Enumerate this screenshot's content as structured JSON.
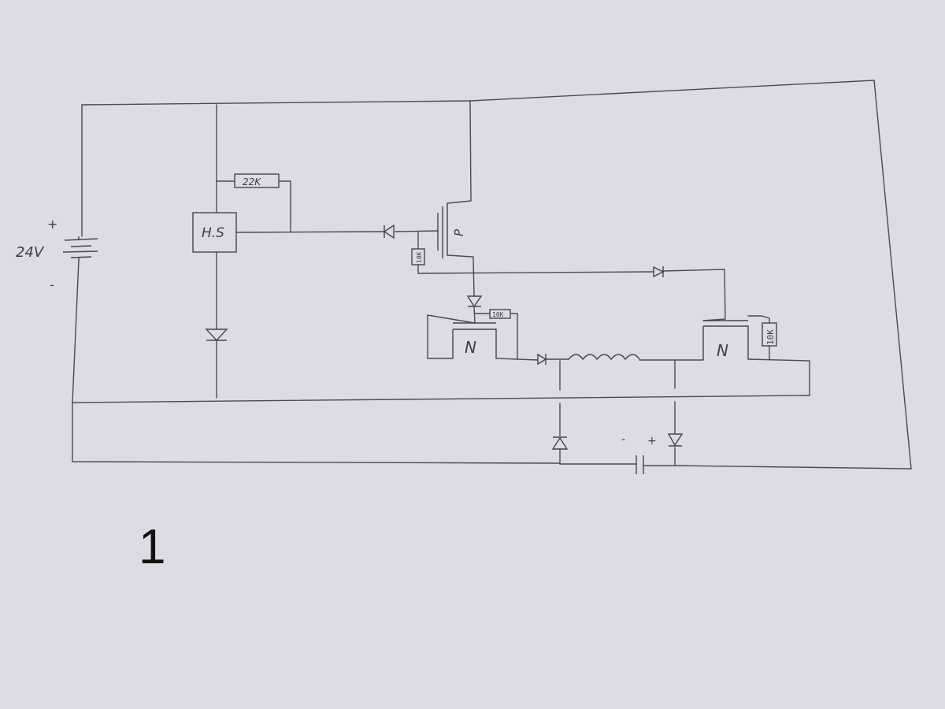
{
  "labels": {
    "battery_voltage": "24V",
    "battery_plus": "+",
    "battery_minus": "-",
    "resistor_22k": "22K",
    "hall_sensor": "H.S",
    "pmos": "P",
    "resistor_10k_gate": "10K",
    "resistor_10k_left": "10K",
    "nmos_left": "N",
    "nmos_right": "N",
    "resistor_10k_right": "10K",
    "cap_minus": "-",
    "cap_plus": "+",
    "figure_number": "1"
  }
}
